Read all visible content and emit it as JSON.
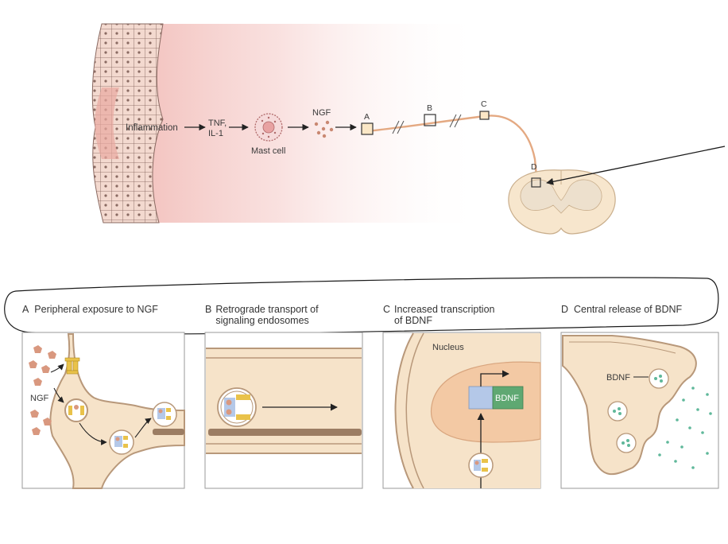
{
  "top_figure": {
    "inflammation": "Inflammation",
    "tnf_line1": "TNF,",
    "tnf_line2": "IL-1",
    "mast_cell": "Mast cell",
    "ngf": "NGF",
    "point_a": "A",
    "point_b": "B",
    "point_c": "C",
    "point_d": "D"
  },
  "panels": [
    {
      "letter": "A",
      "title": "Peripheral exposure to NGF"
    },
    {
      "letter": "B",
      "title": "Retrograde transport of\nsignaling endosomes"
    },
    {
      "letter": "C",
      "title": "Increased transcription\nof BDNF"
    },
    {
      "letter": "D",
      "title": "Central release of BDNF"
    }
  ],
  "panel_a": {
    "ngf": "NGF"
  },
  "panel_c": {
    "nucleus": "Nucleus",
    "gene": "BDNF"
  },
  "panel_d": {
    "bdnf": "BDNF"
  },
  "colors": {
    "axon_fill": "#f6e3c9",
    "axon_border": "#b8987a",
    "nucleus_fill": "#f3c9a4",
    "ngf_particle": "#d9987f",
    "bdnf_green": "#5fa872",
    "bdnf_dot": "#5fb89a",
    "receptor_yellow": "#e9c24a",
    "endosome_blue": "#b4c8e8",
    "tissue_pink": "#f3c2c0"
  }
}
